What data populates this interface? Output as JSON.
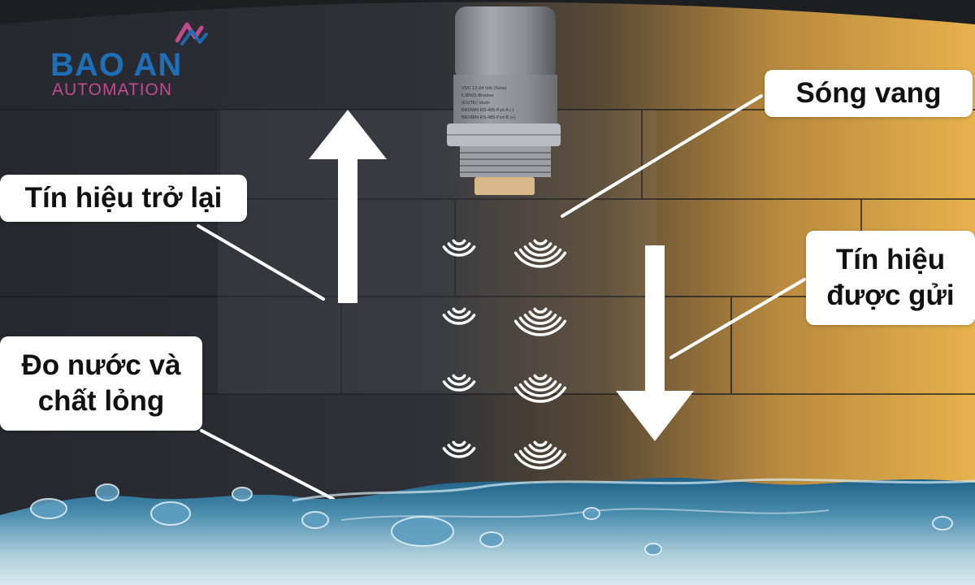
{
  "brand": {
    "name_top": "BAO AN",
    "name_bottom": "AUTOMATION",
    "colors": {
      "primary": "#1f6fb8",
      "accent": "#c14a8e"
    }
  },
  "callouts": {
    "echo": {
      "text": "Sóng vang"
    },
    "return_signal": {
      "text": "Tín hiệu trở lại"
    },
    "sent_signal": {
      "line1": "Tín hiệu",
      "line2": "được gửi"
    },
    "measurement": {
      "line1": "Đo nước và",
      "line2": "chất lỏng"
    }
  },
  "sensor": {
    "label_lines": [
      "VDC 12-24 Volt (Sens)",
      "FJBWS-Brooker",
      "(EX/TE) Vout+",
      "BROWN RS-485 Port A (-)",
      "BROWN RS-485 Port B (+)"
    ]
  },
  "icons": [
    "ultrasonic-sensor-icon",
    "arrow-up-icon",
    "arrow-down-icon",
    "sound-wave-icon",
    "water-surface-icon"
  ]
}
